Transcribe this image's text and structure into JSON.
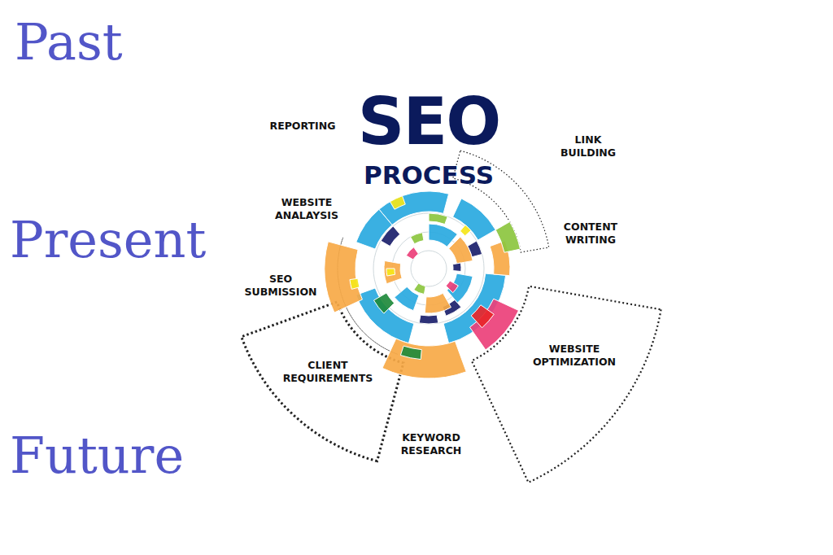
{
  "diagram": {
    "title": "SEO",
    "labels": [
      "PROCESS",
      "Past",
      "Present",
      "Future",
      "REPORTING",
      "LINK BUILDING",
      "WEBSITE ANALAYSIS",
      "CONTENT WRITING",
      "SEO SUBMISSION",
      "WEBSITE OPTIMIZATION",
      "CLIENT REQUIREMENTS",
      "KEYWORD RESEARCH"
    ]
  }
}
